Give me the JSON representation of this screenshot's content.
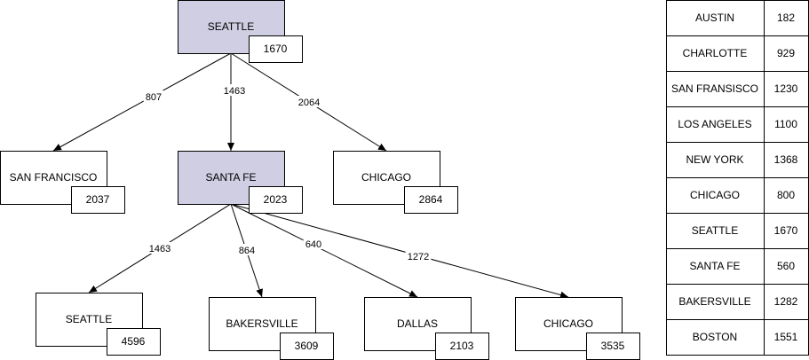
{
  "colors": {
    "highlight_fill": "#d0cee2",
    "default_fill": "#ffffff",
    "stroke": "#000000"
  },
  "nodes": [
    {
      "id": "n-seattle-root",
      "name": "SEATTLE",
      "value": "1670",
      "highlighted": true
    },
    {
      "id": "n-san-francisco",
      "name": "SAN FRANCISCO",
      "value": "2037",
      "highlighted": false
    },
    {
      "id": "n-santa-fe",
      "name": "SANTA FE",
      "value": "2023",
      "highlighted": true
    },
    {
      "id": "n-chicago-top",
      "name": "CHICAGO",
      "value": "2864",
      "highlighted": false
    },
    {
      "id": "n-seattle-leaf",
      "name": "SEATTLE",
      "value": "4596",
      "highlighted": false
    },
    {
      "id": "n-bakersville",
      "name": "BAKERSVILLE",
      "value": "3609",
      "highlighted": false
    },
    {
      "id": "n-dallas",
      "name": "DALLAS",
      "value": "2103",
      "highlighted": false
    },
    {
      "id": "n-chicago-leaf",
      "name": "CHICAGO",
      "value": "3535",
      "highlighted": false
    }
  ],
  "edges": [
    {
      "from": "n-seattle-root",
      "to": "n-san-francisco",
      "label": "807"
    },
    {
      "from": "n-seattle-root",
      "to": "n-santa-fe",
      "label": "1463"
    },
    {
      "from": "n-seattle-root",
      "to": "n-chicago-top",
      "label": "2064"
    },
    {
      "from": "n-santa-fe",
      "to": "n-seattle-leaf",
      "label": "1463"
    },
    {
      "from": "n-santa-fe",
      "to": "n-bakersville",
      "label": "864"
    },
    {
      "from": "n-santa-fe",
      "to": "n-dallas",
      "label": "640"
    },
    {
      "from": "n-santa-fe",
      "to": "n-chicago-leaf",
      "label": "1272"
    }
  ],
  "heuristic_table": [
    {
      "city": "AUSTIN",
      "value": "182"
    },
    {
      "city": "CHARLOTTE",
      "value": "929"
    },
    {
      "city": "SAN FRANSISCO",
      "value": "1230"
    },
    {
      "city": "LOS ANGELES",
      "value": "1100"
    },
    {
      "city": "NEW YORK",
      "value": "1368"
    },
    {
      "city": "CHICAGO",
      "value": "800"
    },
    {
      "city": "SEATTLE",
      "value": "1670"
    },
    {
      "city": "SANTA FE",
      "value": "560"
    },
    {
      "city": "BAKERSVILLE",
      "value": "1282"
    },
    {
      "city": "BOSTON",
      "value": "1551"
    }
  ]
}
